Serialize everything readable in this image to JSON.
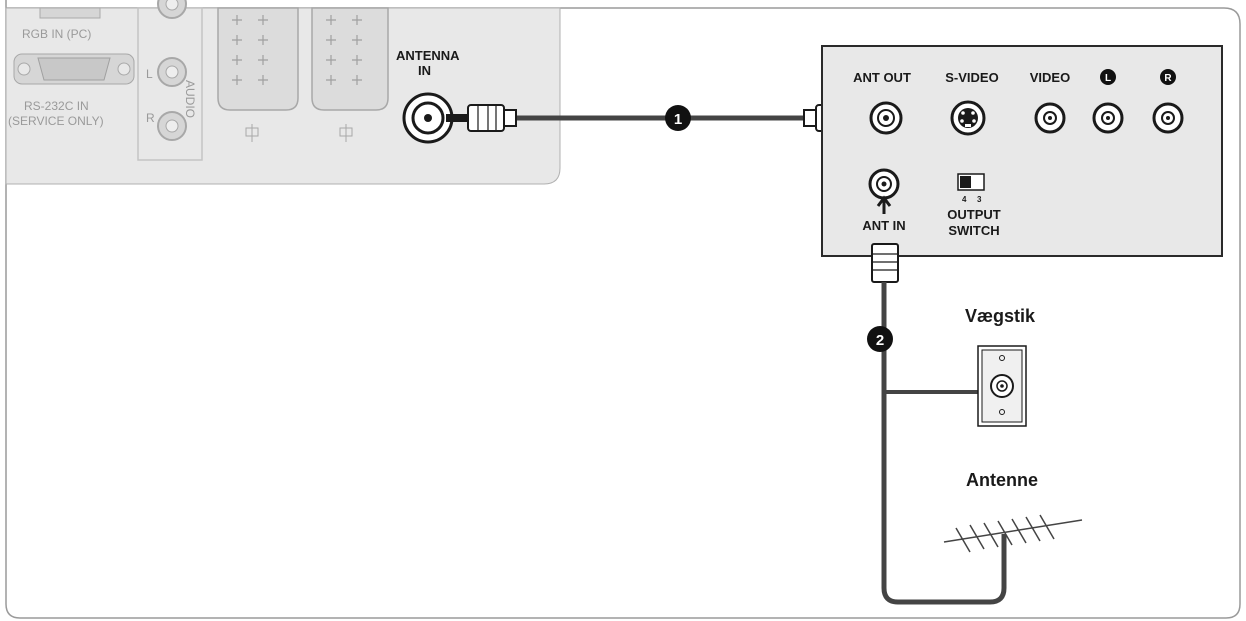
{
  "tv_panel": {
    "rgb_in": "RGB IN (PC)",
    "rs232_line1": "RS-232C IN",
    "rs232_line2": "(SERVICE ONLY)",
    "audio_l": "L",
    "audio_r": "R",
    "audio": "AUDIO",
    "antenna_in_line1": "ANTENNA",
    "antenna_in_line2": "IN"
  },
  "vcr_panel": {
    "ant_out": "ANT OUT",
    "s_video": "S-VIDEO",
    "video": "VIDEO",
    "left_badge": "L",
    "right_badge": "R",
    "ant_in": "ANT IN",
    "switch_4": "4",
    "switch_3": "3",
    "output_line1": "OUTPUT",
    "output_line2": "SWITCH"
  },
  "steps": {
    "step1": "1",
    "step2": "2"
  },
  "wall_outlet_label": "Vægstik",
  "antenna_label": "Antenne",
  "colors": {
    "panel_gray": "#e8e8e8",
    "cable": "#444444",
    "badge": "#111111",
    "frame": "#9a9a9a"
  },
  "icons": [
    "coax-jack-icon",
    "s-video-jack-icon",
    "rca-jack-icon",
    "scart-connector-icon",
    "vga-connector-icon",
    "coax-plug-icon",
    "wall-outlet-icon",
    "antenna-icon",
    "slide-switch-icon"
  ]
}
